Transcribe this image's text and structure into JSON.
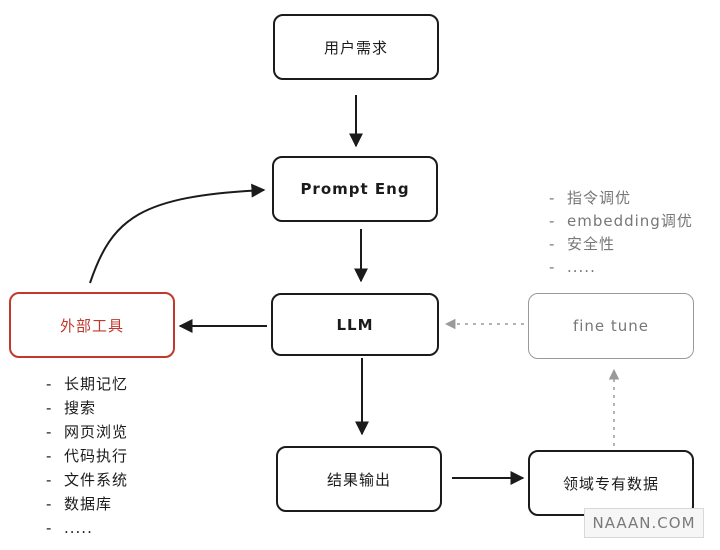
{
  "nodes": {
    "user_needs": "用户需求",
    "prompt_eng": "Prompt Eng",
    "llm": "LLM",
    "external_tools": "外部工具",
    "result_output": "结果输出",
    "domain_data": "领域专有数据",
    "fine_tune": "fine tune"
  },
  "tools_list": [
    "长期记忆",
    "搜索",
    "网页浏览",
    "代码执行",
    "文件系统",
    "数据库",
    "....."
  ],
  "finetune_list": [
    "指令调优",
    "embedding调优",
    "安全性",
    "....."
  ],
  "watermark": "NAAAN.COM",
  "colors": {
    "stroke": "#1b1b1b",
    "external_tools": "#c0392b",
    "fine_tune": "#9a9a9a"
  }
}
